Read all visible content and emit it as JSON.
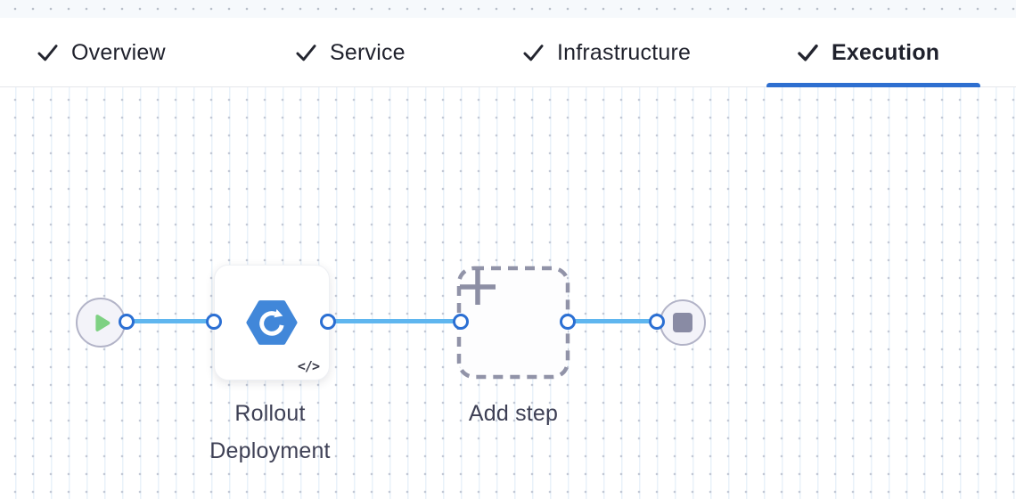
{
  "header": {
    "tabs": [
      {
        "label": "Overview",
        "state": "completed"
      },
      {
        "label": "Service",
        "state": "completed"
      },
      {
        "label": "Infrastructure",
        "state": "completed"
      },
      {
        "label": "Execution",
        "state": "completed",
        "active": true
      }
    ]
  },
  "canvas": {
    "start_node": {
      "icon": "play-icon"
    },
    "steps": [
      {
        "label": "Rollout Deployment",
        "icon": "rollout-deployment-icon",
        "badge_text": "</>"
      }
    ],
    "add_step": {
      "label": "Add step",
      "icon": "plus-icon"
    },
    "end_node": {
      "icon": "stop-icon"
    }
  },
  "colors": {
    "accent": "#2e6fd0",
    "connector-line": "#5fb6ef",
    "connector-ring": "#2b6fd3",
    "play-green": "#7ed183",
    "step-icon-blue": "#4187d9",
    "label-color": "#3e4055",
    "tab-text": "#1f212c"
  }
}
